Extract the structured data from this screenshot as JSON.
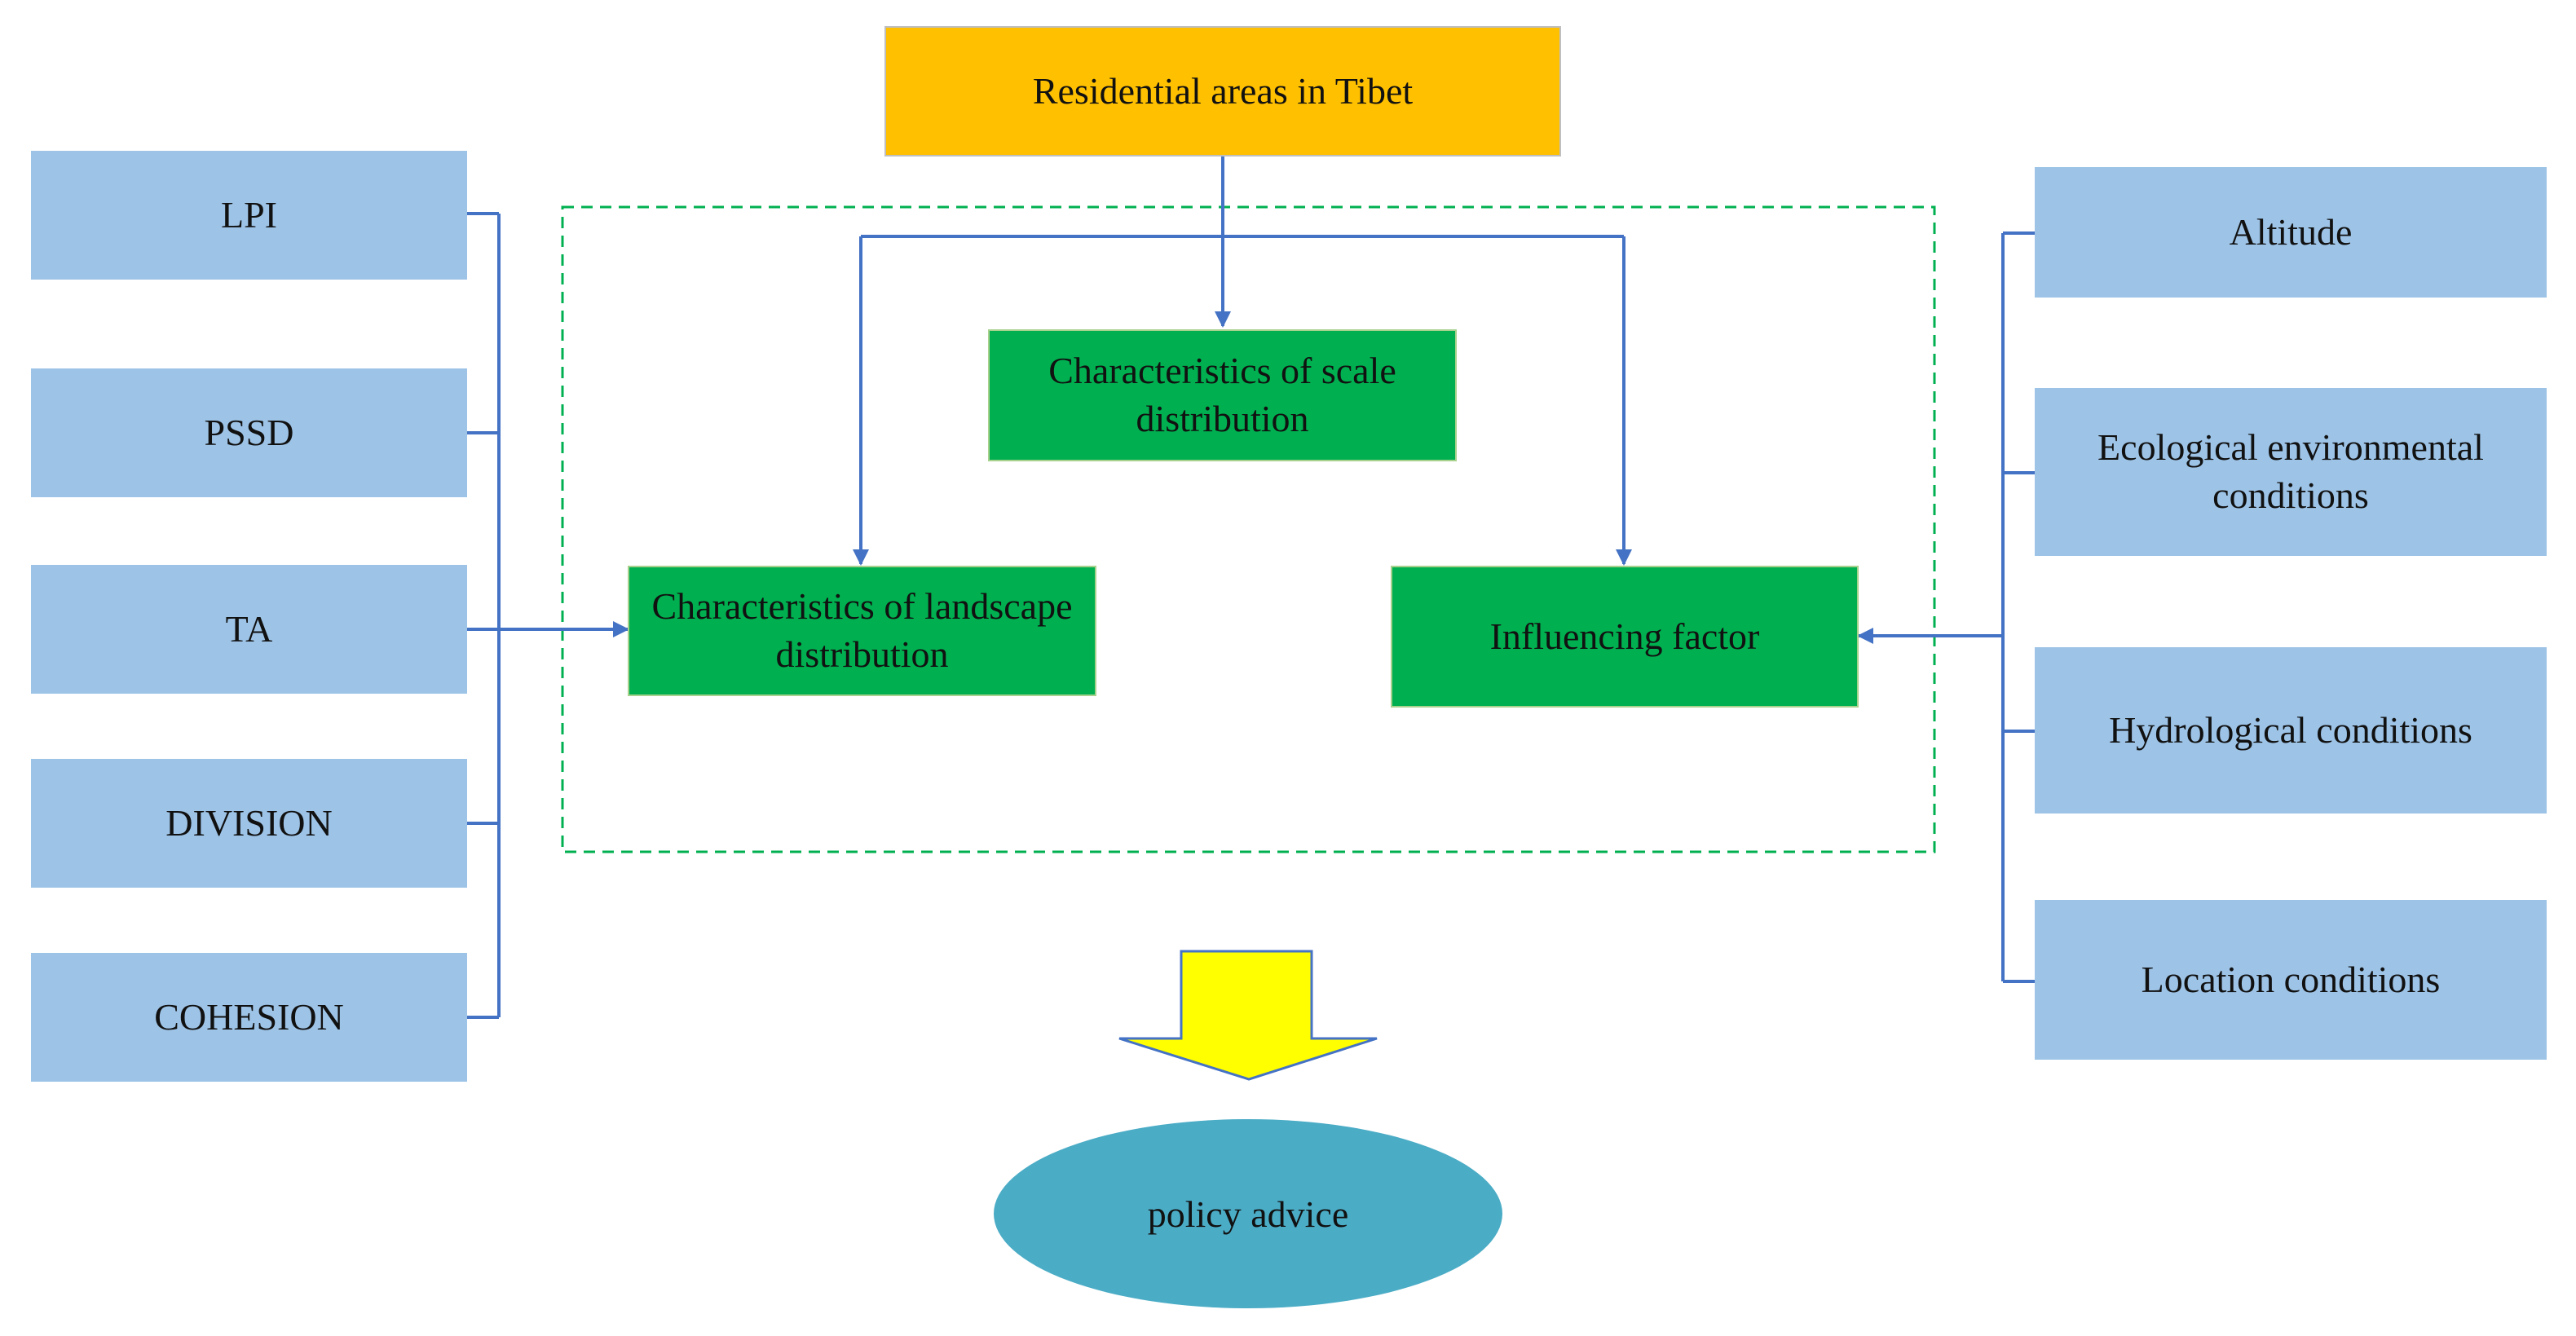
{
  "top_node": {
    "label": "Residential areas in Tibet",
    "color": "#ffc000"
  },
  "left_metrics": [
    {
      "label": "LPI"
    },
    {
      "label": "PSSD"
    },
    {
      "label": "TA"
    },
    {
      "label": "DIVISION"
    },
    {
      "label": "COHESION"
    }
  ],
  "center": {
    "scale": "Characteristics of scale distribution",
    "landscape": "Characteristics of landscape distribution",
    "influencing": "Influencing factor"
  },
  "right_factors": [
    {
      "label": "Altitude"
    },
    {
      "label": "Ecological environmental conditions"
    },
    {
      "label": "Hydrological conditions"
    },
    {
      "label": "Location conditions"
    }
  ],
  "outcome": {
    "label": "policy advice"
  },
  "colors": {
    "metric_box": "#9dc3e6",
    "center_box": "#00b050",
    "connector": "#4472c4",
    "dashed_frame": "#00b050",
    "down_arrow": "#ffff00",
    "ellipse": "#4bacc6"
  }
}
